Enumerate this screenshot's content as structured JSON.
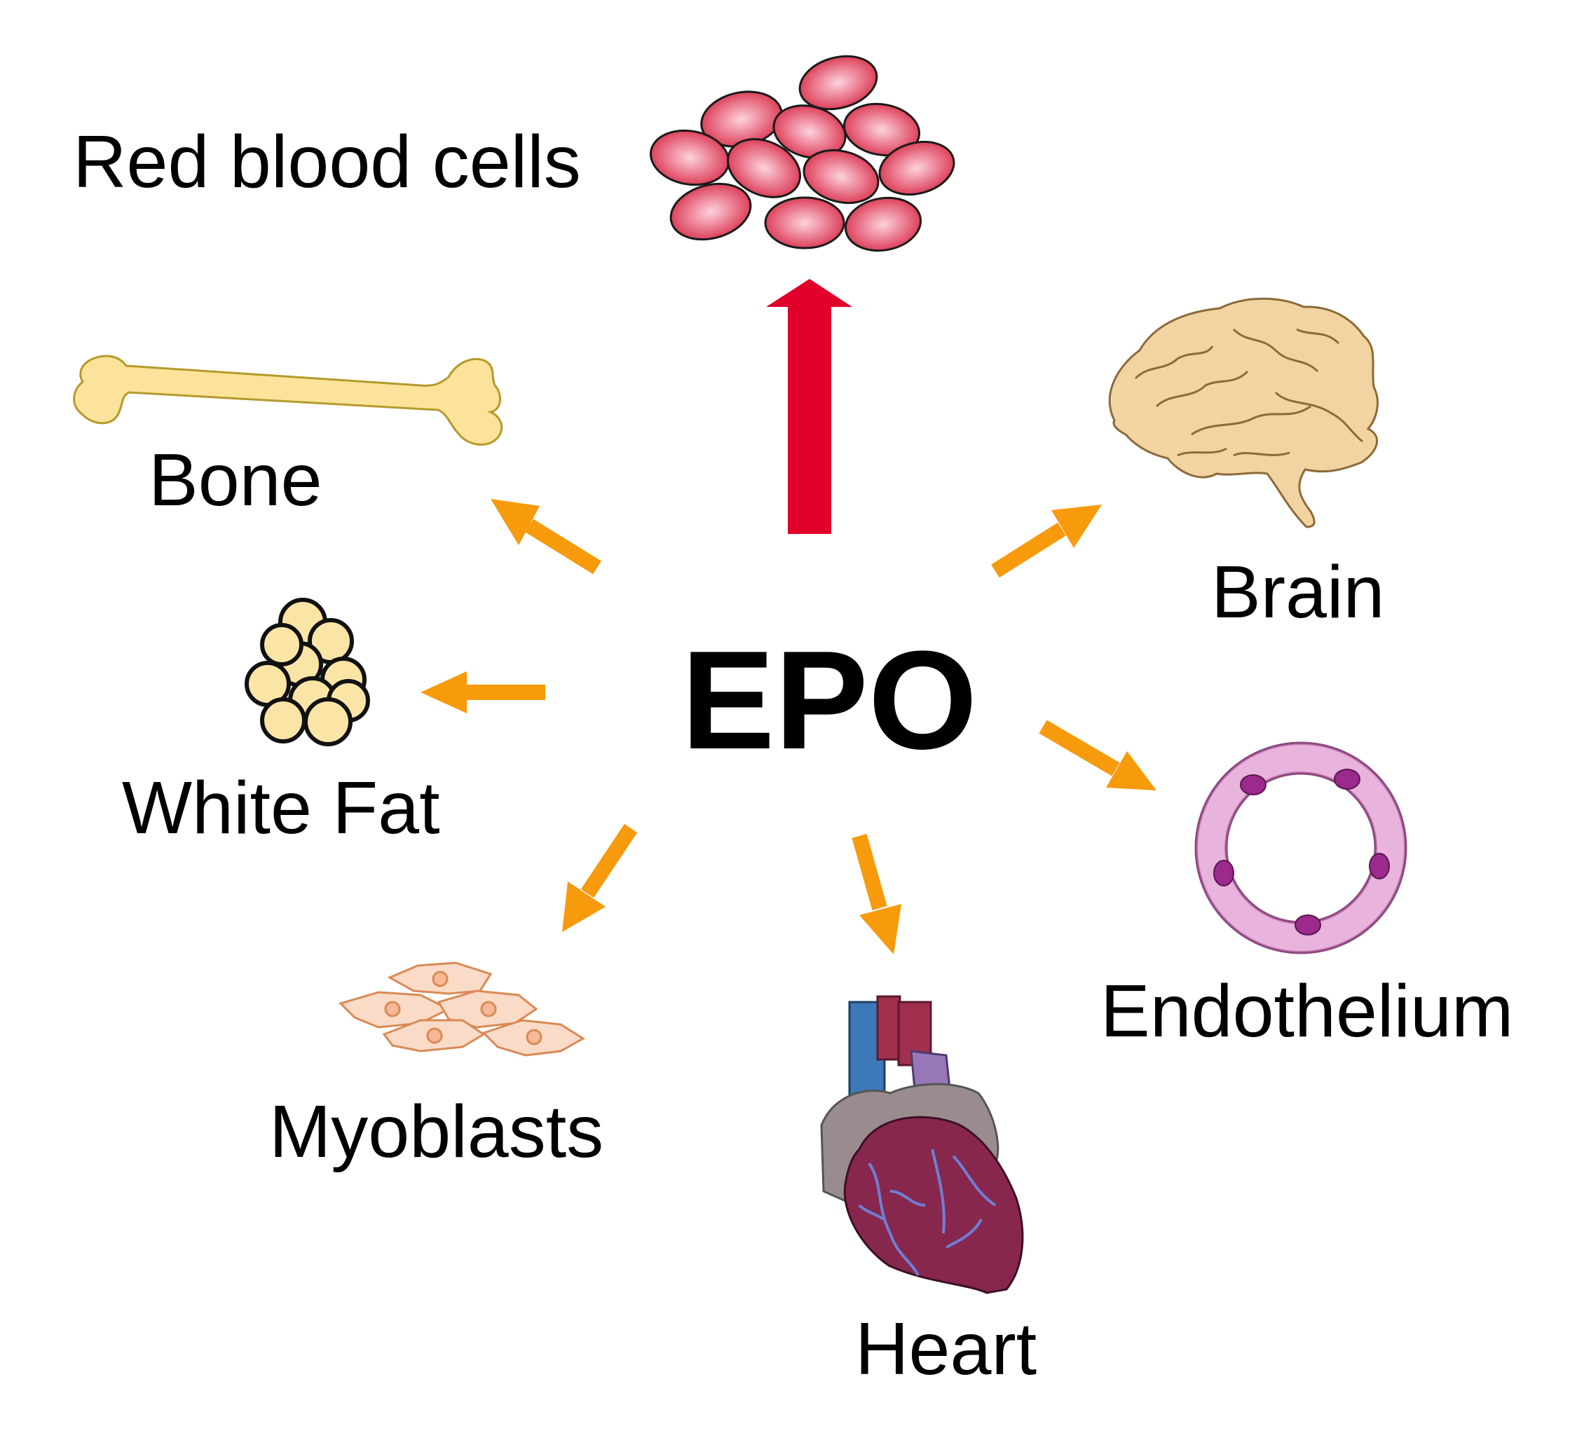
{
  "center": {
    "label": "EPO"
  },
  "targets": {
    "red_blood_cells": "Red blood cells",
    "bone": "Bone",
    "brain": "Brain",
    "white_fat": "White Fat",
    "endothelium": "Endothelium",
    "myoblasts": "Myoblasts",
    "heart": "Heart"
  },
  "colors": {
    "primary_arrow": "#e0002a",
    "secondary_arrow": "#f79a0c",
    "rbc": "#e24a5f",
    "bone": "#fbe39b",
    "brain": "#f2d3a2",
    "fat": "#fbe5a6",
    "endothelium": "#e8b3dc",
    "nucleus": "#9b2a8c",
    "myoblast": "#fadbc8",
    "heart": "#87274e"
  }
}
